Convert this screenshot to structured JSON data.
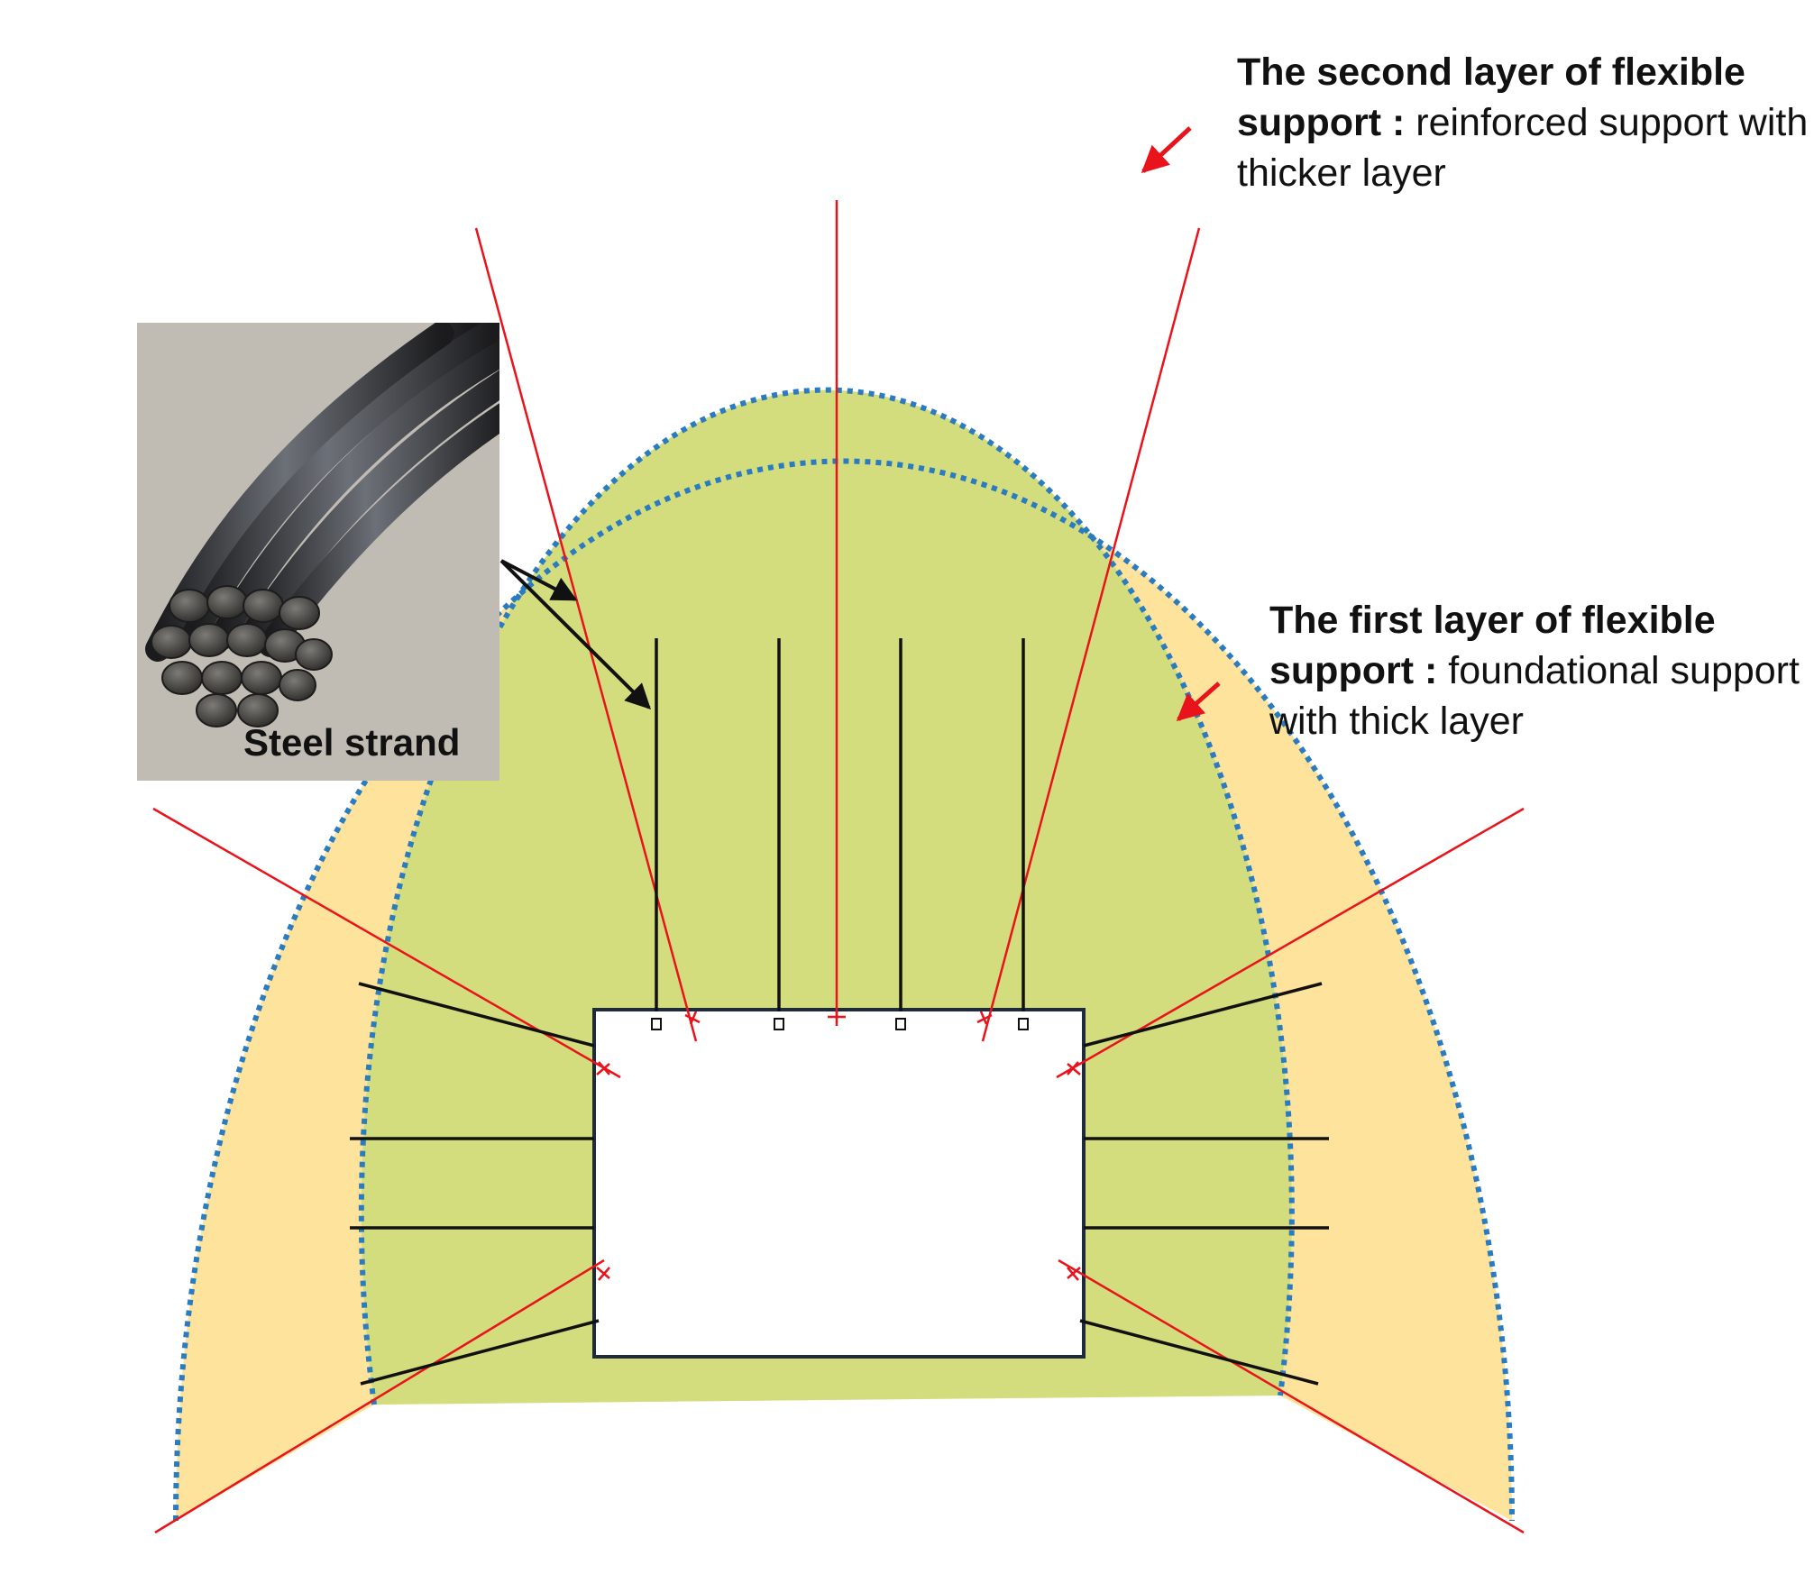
{
  "colors": {
    "outer_layer_fill": "#fde39b",
    "inner_layer_fill": "#d4dd7e",
    "boundary_dots": "#2a7bc0",
    "cable_red": "#e8131b",
    "bolt_black": "#111111",
    "tunnel_outline": "#1f2b3a",
    "photo_background": "#b9b4ad"
  },
  "labels": {
    "second_layer": {
      "title": "The second layer of flexible support :",
      "body": "reinforced support with thicker layer"
    },
    "first_layer": {
      "title": "The first layer of flexible support :",
      "body": "foundational support with thick layer"
    },
    "steel_strand": "Steel strand"
  },
  "icons": {
    "second_layer_arrow": "red-arrow-icon",
    "first_layer_arrow": "red-arrow-icon",
    "strand_pointer": "black-arrow-icon",
    "strand_photo": "steel-strand-photo-icon"
  }
}
